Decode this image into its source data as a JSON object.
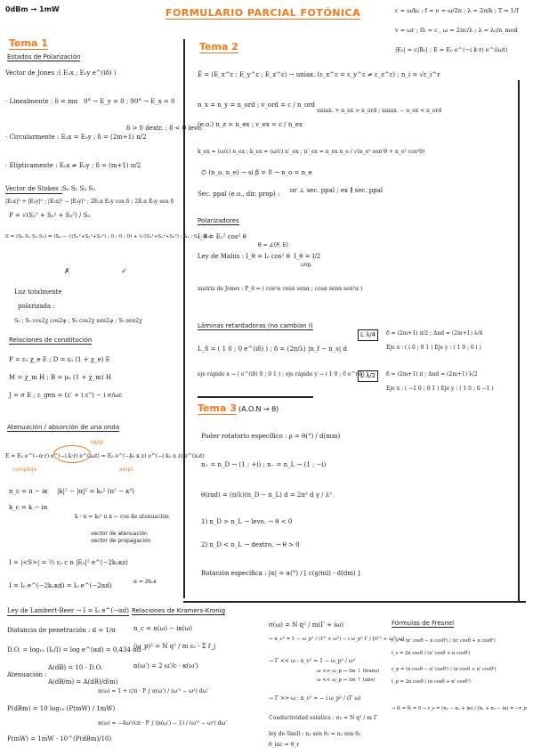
{
  "header": {
    "top_left": "0dBm → 1mW",
    "title": "FORMULARIO PARCIAL FOTÓNICA",
    "top_right_1": "c = ω/k₀ ; f = ν = ω/2π ; λ = 2π/k ; T = 1/f",
    "top_right_2": "v = ωr ; fλ = c , ω = 2πc/λ ; λ = λ₀/n_med",
    "top_right_3": "|E₀| = c|B₀| ; E = E₀ e^(−i k·r) e^(iωt)"
  },
  "tema1": {
    "label": "Tema 1",
    "pol_heading": "Estados de Polarización",
    "jones_label": "Vector de Jones :",
    "jones_vec": "( E₀x ; E₀y e^(iδ) )",
    "lineal_label": "· Linealmente : δ = mπ",
    "lineal_cases": "0° → E_y = 0 ; 90° → E_x = 0",
    "circ_label": "· Circularmente : E₀x = E₀y ; δ = (2m+1) π/2",
    "circ_cases": "δ > 0 dextr. ; δ < 0 levo.",
    "elip_label": "· Elípticamente : E₀x ≠ E₀y ; δ = (m+1) π/2",
    "stokes_label": "Vector de Stokes :",
    "stokes_S": "S₀ S₁ S₂ S₃",
    "stokes_vals": "|E₀x|² + |E₀y|² ; |E₀x|² − |E₀y|² ; 2E₀x E₀y cos δ ; 2E₀x E₀y sen δ",
    "P_formula": "P = √(S₁² + S₂² + S₃²) / S₀",
    "S_decomp": "S = (S₀ S₁ S₂ S₃) = (S₀ − √(S₁²+S₂²+S₃²) ; 0 ; 0 ; 0) + (√(S₁²+S₂²+S₃²) ; S₁ ; S₂ ; S₃)",
    "cross_mark": "✗",
    "check_mark": "✓",
    "luz_label_1": "Luz totalmente",
    "luz_label_2": "polarizada :",
    "luz_vec": "S₀ ; S₀ cos2χ cos2ψ ; S₀ cos2χ sen2ψ ; S₀ sen2χ",
    "const_heading": "Relaciones de constitución",
    "const_1": "P = ε₀ χ_e E ; D = ε₀ (1 + χ_e) E",
    "const_2": "M = χ_m H ; B = μ₀ (1 + χ_m) H",
    "const_3": "J = σ E ; ε_gen = (ε' + i ε'') − i σ/ωε",
    "aten_heading": "Atenuación / absorción de una onda",
    "aten_formula": "E = E₀ e^(−α·r) e^(−i k·r) e^(iωt) = E₀ e^(−k₀ κ z) e^(−i k₀ n z) e^(iωt)",
    "aten_tag_fase": "FASE",
    "aten_tag_ampl": "ampl.",
    "aten_tag_compl": "complejo",
    "n_compl": "n_c = n − iκ",
    "k_rel": "|k|² − |α|² = k₀² (n² − κ²)",
    "k_compl": "k_c = k − iα",
    "k_dot": "k · α = k₀² n κ ← cos de atenuación",
    "k_note_1": "vector de atenuación",
    "k_note_2": "vector de propagación",
    "I_formula": "I = |<S>| = ½ ε₀ c n |E₀|² e^(−2k₀κz)",
    "I_simple": "I = I₀ e^(−2k₀κd) = I₀ e^(−2αd)",
    "I_note": "α = 2k₀κ",
    "beer_heading": "Ley de Lambert-Beer → I = I₀ e^(−αd)",
    "dist_pen": "Distancia de penetración : d = 1/α",
    "do_label": "D.O. = log₁₀ (I₀/I) = log e^(αd) = 0,434 αd",
    "atenu_label": "Atenuación :",
    "atenu_1": "A(dB) = 10 · D.O.",
    "atenu_2": "A(dB/m) = A(dB)/d(m)",
    "pdbm": "P(dBm) = 10 log₁₀ (P(mW) / 1mW)",
    "pmw": "P(mW) = 1mW · 10^(P(dBm)/10)"
  },
  "tema2": {
    "label": "Tema 2",
    "e_vec": "Ê = (E_x^ε ; E_y^ε ; E_z^ε) → uniax. (ε_x^ε = ε_y^ε ≠ ε_z^ε) ; n_i = √ε_i^r",
    "n_o": "n_x = n_y = n_ord ; v_ord = c / n_ord",
    "n_e": "(e.o.) n_z = n_ex ; v_ex = c / n_ex",
    "uniax_cases": "uniax. + n_ex > n_ord ; uniax. − n_ex < n_ord",
    "k_ext": "k_ex = (ω/c) n_ex ; k_ex = (ω/c) n'_ex ; n'_ex = n_ex n_e / √(n_e² sen²θ + n_o² cos²θ)",
    "phi": "∅ (n_o, n_e) → si β = 0 → n_o = n_e",
    "sec_ppal": "Sec. ppal (e.o., dir. prop) :",
    "sec_cases": "or ⊥ sec. ppal ; ex ∥ sec. ppal",
    "polarizadores": "Polarizadores",
    "I_theta": "I_θ = E₀² cos² θ",
    "I_theta_sub": "θ = ∠(P, E)",
    "malus": "Ley de Malus : I_θ = I₀ cos² θ",
    "malus_i": "I_θ = I/2",
    "malus_note": "unp.",
    "jones_matrix": "matriz de Jones : P_θ = ( cos²α  cosα senα ; cosα senα  sen²α )",
    "laminas": "Láminas retardadoras (no cambian I)",
    "L_delta": "L_δ = ( 1 0 ; 0 e^(iδ) ) ; δ = (2π/λ) |n_f − n_s| d",
    "eje_rapido": "eje rápido x → ( e^(iδ) 0 ; 0 1 ) ; eje rápido y → ( 1 0 ; 0 e^(iδ) )",
    "L4_label": "L λ/4",
    "L4_delta": "δ = (2m+1) π/2 ; Δnd = (2m+1) λ/4",
    "L4_fast": "Eje x : ( i 0 ; 0 1 )   Eje y : ( 1 0 ; 0 i )",
    "L2_label": "L λ/2",
    "L2_delta": "δ = (2m+1) π ; Δnd = (2m+1) λ/2",
    "L2_fast": "Eje x : ( −1 0 ; 0 1 )   Eje y : ( 1 0 ; 0 −1 )"
  },
  "tema3": {
    "label": "Tema 3",
    "label_sub": "(A.O.N → θ)",
    "poder": "Poder rotatorio específico : ρ = θ(°) / d(mm)",
    "n_pm": "n₊ = n_D → (1 ; +i) ; n₋ = n_L → (1 ; −i)",
    "theta_rad": "θ(rad) = (π/λ)(n_D − n_L) d = 2π² d γ / λ²",
    "case_1": "1) n_D > n_L → levo. → θ < 0",
    "case_2": "2) n_D < n_L → dextro. → θ > 0",
    "rot_esp": "Rotación específica : |α| = α(°) / [ c(g/ml) · d(dm) ]"
  },
  "bottom": {
    "kk_heading": "Relaciones de Kramers-Kronig",
    "kk_1": "n_c = n(ω) − iκ(ω)",
    "kk_2": "(ω_p)² = N q² / m ε₀ · Σ f_j",
    "kk_3": "α(ω') = 2 ω'/c · κ(ω')",
    "kk_4": "n(ω) = 1 + c/π · P ∫ α(ω') / (ω'² − ω²) dω'",
    "kk_5": "α(ω) = −4ω²/cπ · P ∫ (n(ω') − 1) / (ω'² − ω²) dω'",
    "drude_1": "σ(ω) = N q² / m(Γ + iω)",
    "drude_2": "→ n_c² = 1 − ω_p² / (Γ² + ω²) − i ω_p² Γ / [(Γ² + ω²) ω]",
    "drude_3": "→ Γ << ω : n_c² ≃ 1 − ω_p² / ω²",
    "drude_3a": "ω >> ω_p → Im ↓ (trans)",
    "drude_3b": "ω << ω_p → Im ↑ (abs)",
    "drude_4": "→ Γ >> ω : n_c² ≃ − i ω_p² / (Γ ω)",
    "cond": "Conductividad estática : σ₀ = N q² / m Γ",
    "snell_1": "ley de Snell : n₁ sen θ₁ = n₂ sen θ₂",
    "snell_2": "θ_inc = θ_r",
    "fresnel_heading": "Fórmulas de Fresnel",
    "fr_rs": "r_s = (n' cosθ − n cosθ') / (n' cosθ + n cosθ')",
    "fr_ts": "t_s = 2n cosθ / (n' cosθ + n cosθ')",
    "fr_rp": "r_p = (n cosθ − n' cosθ') / (n cosθ + n' cosθ')",
    "fr_tp": "t_p = 2n cosθ / (n cosθ + n' cosθ')",
    "fr_normal": "→ θᵢ = θₜ = 0 → r_s = (n₁ − n₂ + iκ) / (n₁ + n₂ − iκ) = −r_p"
  }
}
